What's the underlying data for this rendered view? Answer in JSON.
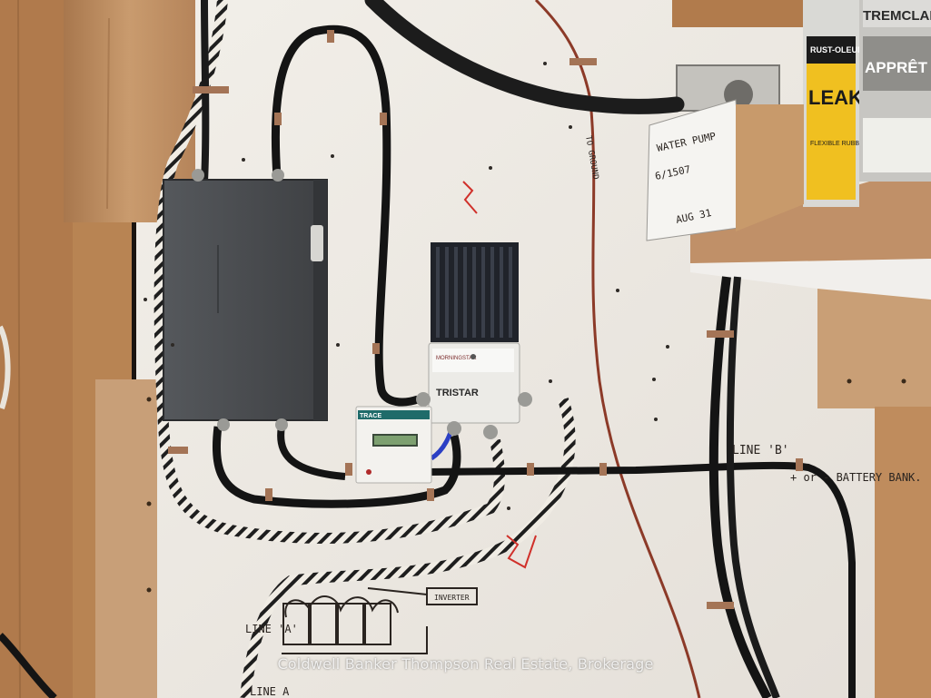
{
  "photo": {
    "subject": "Off-grid electrical panel wall",
    "watermark": "Coldwell Banker Thompson Real Estate, Brokerage"
  },
  "wall_writing": {
    "line_b": "LINE 'B'",
    "battery_bank": "+ or - BATTERY BANK.",
    "line_a": "LINE 'A'",
    "line_a_bottom": "LINE A",
    "inverter": "INVERTER",
    "to_ground": "TO GROUND"
  },
  "devices": {
    "charge_controller_brand": "TRISTAR",
    "charge_controller_maker": "MORNINGSTAR",
    "meter_brand": "TRACE"
  },
  "tag": {
    "lines": [
      "WATER PUMP",
      "6/1507",
      "",
      "AUG 31"
    ]
  },
  "cans": {
    "left_brand": "RUST-OLEUM",
    "left_text": "LEAK SEAL",
    "left_sub": "FLEXIBLE RUBBER",
    "right_text": "TREMCLAD",
    "right_sub": "APPRÊT"
  },
  "colors": {
    "wall": "#eeeae4",
    "plywood": "#c4956a",
    "panel": "#4a4c4f",
    "cable": "#141414"
  }
}
